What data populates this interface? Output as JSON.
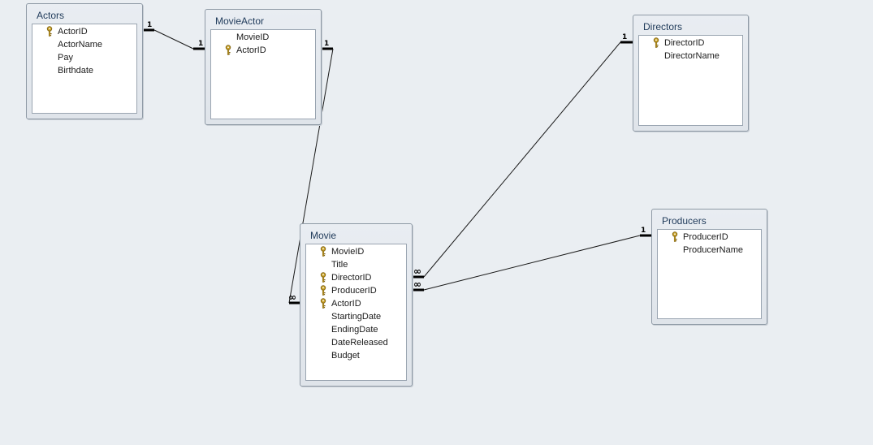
{
  "tables": [
    {
      "id": "actors",
      "title": "Actors",
      "fields": [
        {
          "name": "ActorID",
          "key": true
        },
        {
          "name": "ActorName",
          "key": false
        },
        {
          "name": "Pay",
          "key": false
        },
        {
          "name": "Birthdate",
          "key": false
        }
      ]
    },
    {
      "id": "movieactor",
      "title": "MovieActor",
      "fields": [
        {
          "name": "MovieID",
          "key": false
        },
        {
          "name": "ActorID",
          "key": true
        }
      ]
    },
    {
      "id": "directors",
      "title": "Directors",
      "fields": [
        {
          "name": "DirectorID",
          "key": true
        },
        {
          "name": "DirectorName",
          "key": false
        }
      ]
    },
    {
      "id": "movie",
      "title": "Movie",
      "fields": [
        {
          "name": "MovieID",
          "key": true
        },
        {
          "name": "Title",
          "key": false
        },
        {
          "name": "DirectorID",
          "key": true
        },
        {
          "name": "ProducerID",
          "key": true
        },
        {
          "name": "ActorID",
          "key": true
        },
        {
          "name": "StartingDate",
          "key": false
        },
        {
          "name": "EndingDate",
          "key": false
        },
        {
          "name": "DateReleased",
          "key": false
        },
        {
          "name": "Budget",
          "key": false
        }
      ]
    },
    {
      "id": "producers",
      "title": "Producers",
      "fields": [
        {
          "name": "ProducerID",
          "key": true
        },
        {
          "name": "ProducerName",
          "key": false
        }
      ]
    }
  ],
  "relationships": [
    {
      "id": "actors-movieactor",
      "from_table": "actors",
      "to_table": "movieactor",
      "from_cardinality": "1",
      "to_cardinality": "1"
    },
    {
      "id": "movieactor-movie",
      "from_table": "movieactor",
      "to_table": "movie",
      "from_cardinality": "1",
      "to_cardinality": "∞"
    },
    {
      "id": "directors-movie",
      "from_table": "directors",
      "to_table": "movie",
      "from_cardinality": "1",
      "to_cardinality": "∞"
    },
    {
      "id": "producers-movie",
      "from_table": "producers",
      "to_table": "movie",
      "from_cardinality": "1",
      "to_cardinality": "∞"
    }
  ],
  "colors": {
    "canvas": "#eaeef2",
    "table_title": "#1f3a5a",
    "line": "#1a1a1a",
    "key_icon": "#c9a227"
  }
}
